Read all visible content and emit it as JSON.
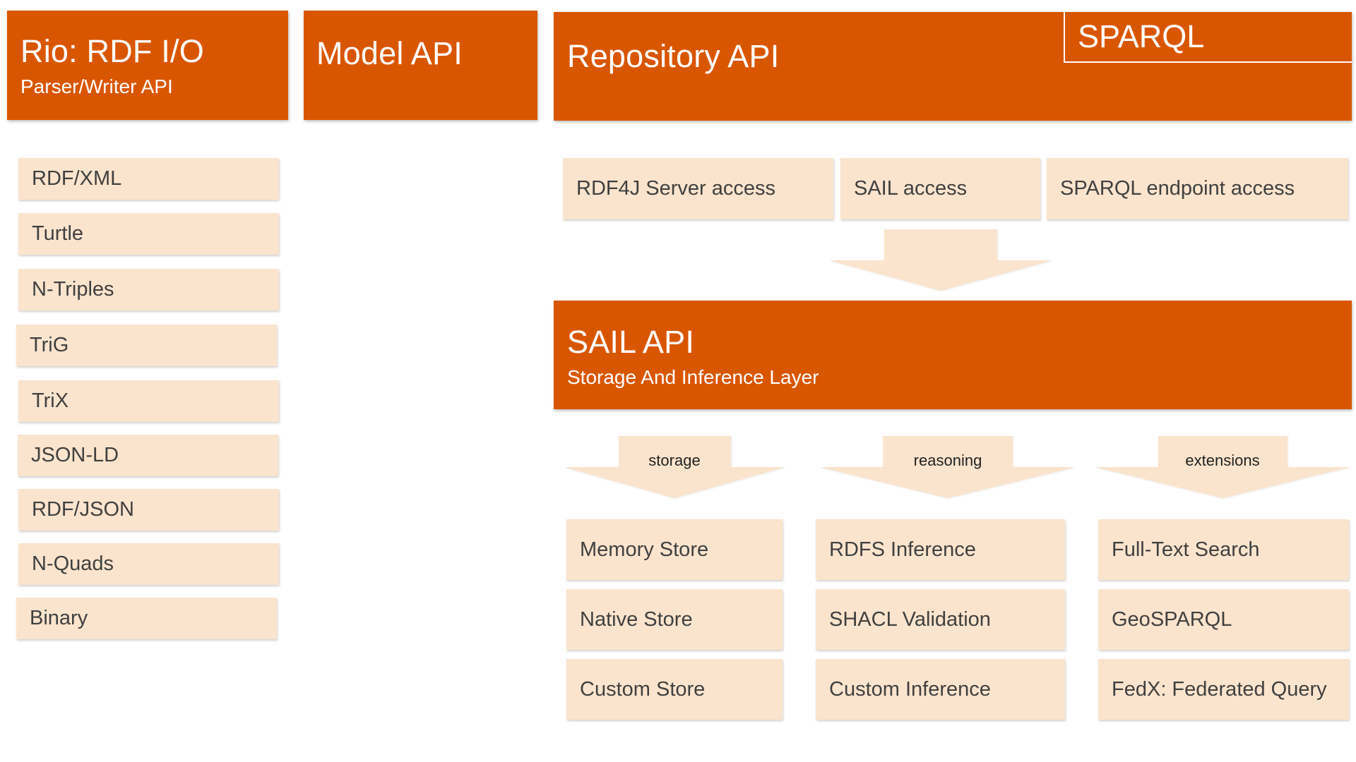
{
  "headers": {
    "rio_title": "Rio: RDF I/O",
    "rio_subtitle": "Parser/Writer API",
    "model_title": "Model API",
    "repository_title": "Repository API",
    "sparql_tab": "SPARQL",
    "sail_title": "SAIL API",
    "sail_subtitle": "Storage And Inference Layer"
  },
  "rio_formats": [
    "RDF/XML",
    "Turtle",
    "N-Triples",
    "TriG",
    "TriX",
    "JSON-LD",
    "RDF/JSON",
    "N-Quads",
    "Binary"
  ],
  "repository_access": [
    "RDF4J Server access",
    "SAIL access",
    "SPARQL endpoint access"
  ],
  "sail_columns": [
    {
      "arrow_label": "storage",
      "items": [
        "Memory Store",
        "Native Store",
        "Custom Store"
      ]
    },
    {
      "arrow_label": "reasoning",
      "items": [
        "RDFS Inference",
        "SHACL Validation",
        "Custom Inference"
      ]
    },
    {
      "arrow_label": "extensions",
      "items": [
        "Full-Text Search",
        "GeoSPARQL",
        "FedX: Federated Query"
      ]
    }
  ],
  "colors": {
    "header_orange": "#d95600",
    "item_peach": "#fbe4cd",
    "header_text": "#ffffff",
    "item_text": "#404040"
  }
}
